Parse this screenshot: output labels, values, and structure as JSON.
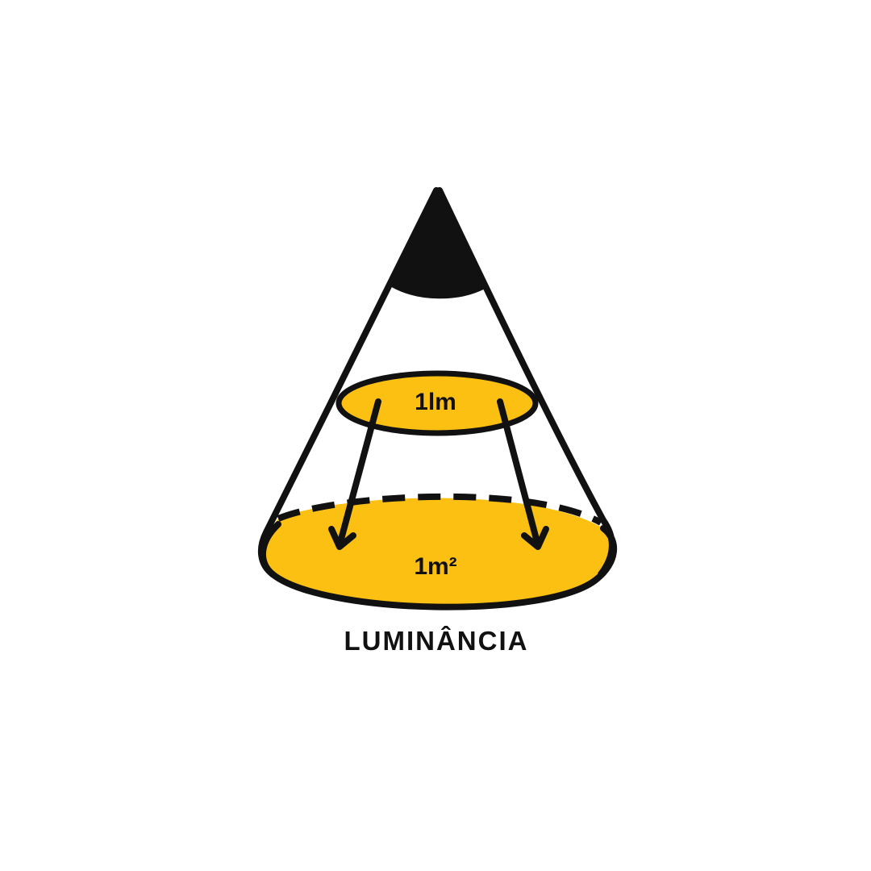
{
  "labels": {
    "flux": "1lm",
    "area": "1m²",
    "caption": "LUMINÂNCIA"
  },
  "colors": {
    "fill": "#fcc012",
    "stroke": "#111111",
    "background": "#ffffff"
  }
}
